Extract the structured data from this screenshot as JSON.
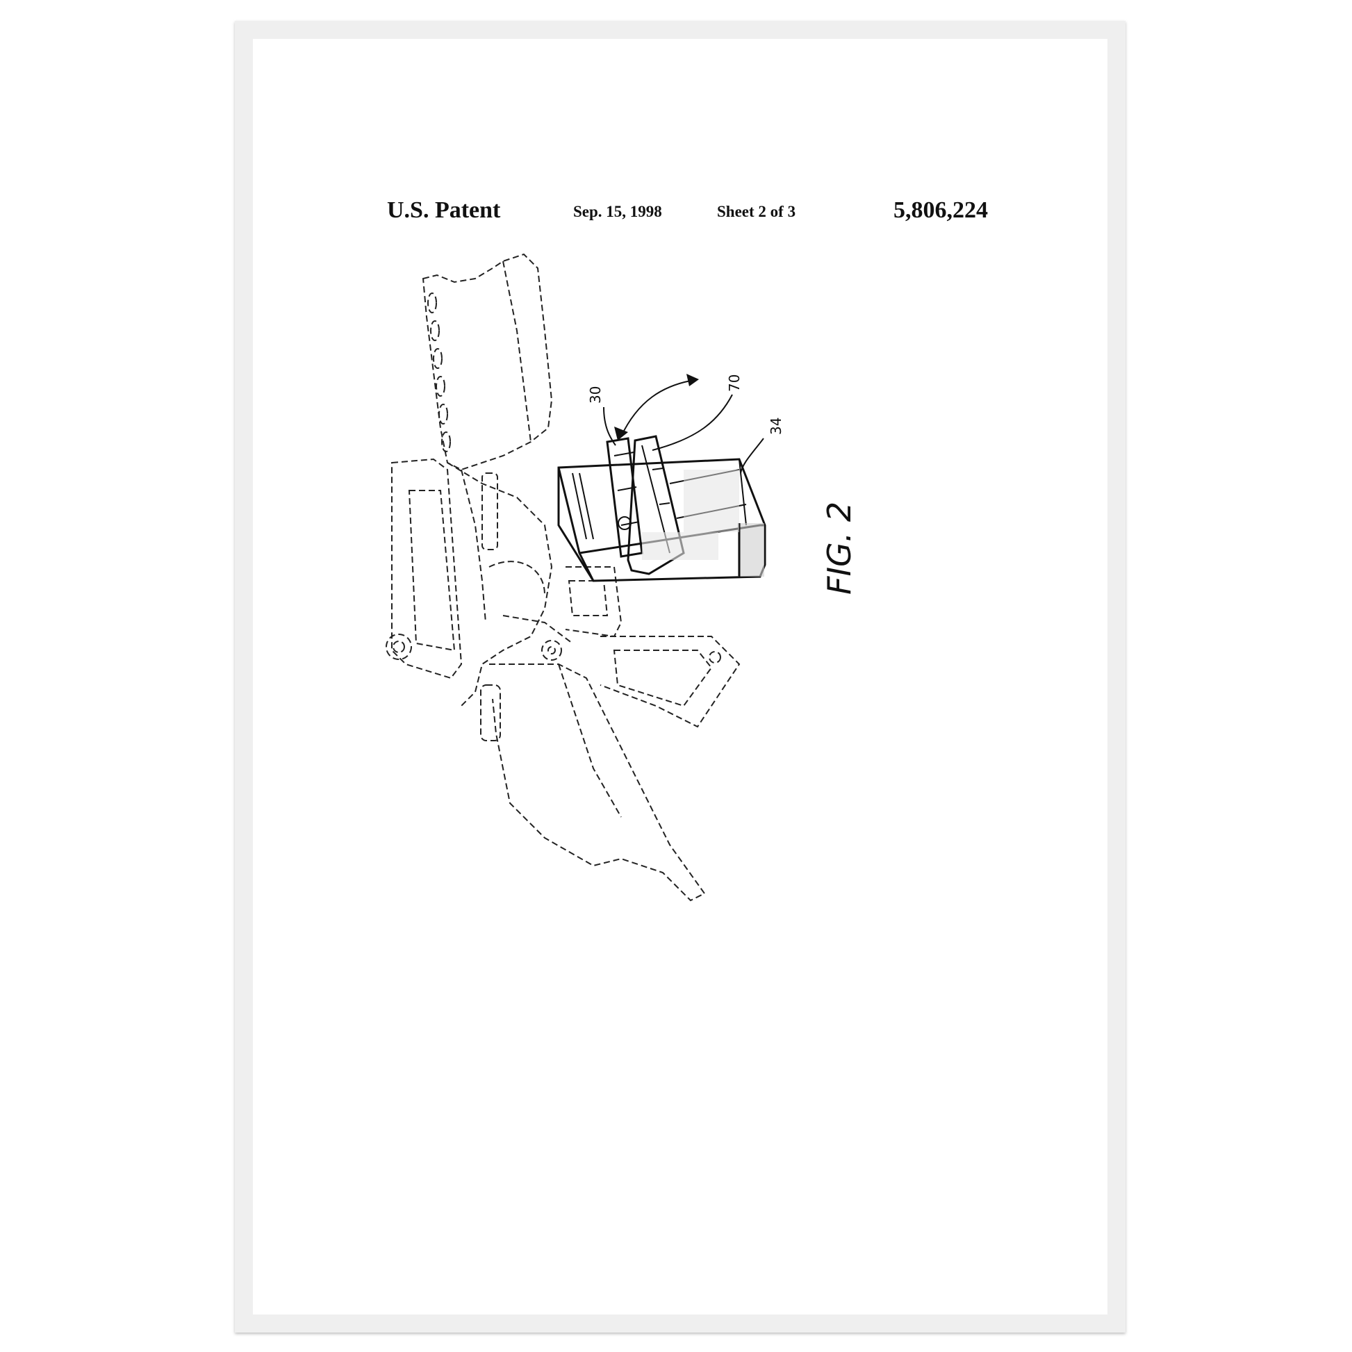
{
  "header": {
    "title": "U.S. Patent",
    "date": "Sep. 15, 1998",
    "sheet": "Sheet 2 of 3",
    "patent_number": "5,806,224"
  },
  "figure": {
    "label": "FIG. 2",
    "refs": {
      "r30": "30",
      "r70": "70",
      "r34": "34"
    }
  }
}
